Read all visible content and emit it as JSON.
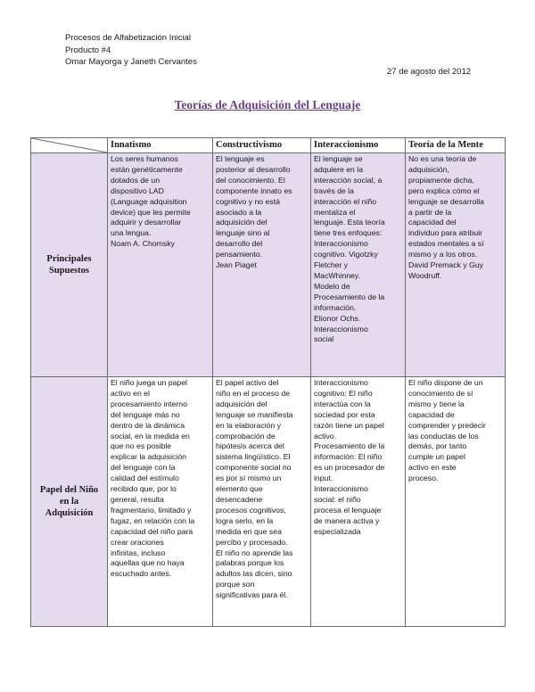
{
  "header": {
    "course": "Procesos de Alfabetización Inicial",
    "product": "Producto #4",
    "authors": "Omar Mayorga y Janeth Cervantes",
    "date": "27 de agosto del 2012"
  },
  "title": "Teorías de Adquisición del Lenguaje",
  "table": {
    "columns": [
      "Innatismo",
      "Constructivismo",
      "Interaccionismo",
      "Teoría de la Mente"
    ],
    "rows": [
      {
        "label": [
          "Principales",
          "Supuestos"
        ],
        "cells": [
          [
            "Los seres humanos",
            "están genéticamente",
            "dotados de un",
            "dispositivo  LAD",
            "(Language adquisition",
            "device) que les permite",
            "adquirir y desarrollar",
            "una lengua.",
            "Noam A. Chomsky"
          ],
          [
            "El lenguaje es",
            "posterior al desarrollo",
            "del conocimiento. El",
            "componente innato es",
            "cognitivo y no está",
            "asociado a la",
            "adquisición del",
            "lenguaje sino al",
            "desarrollo del",
            "pensamiento.",
            "Jean Piaget"
          ],
          [
            "El lenguaje se",
            "adquiere en la",
            "interacción social, a",
            "través de la",
            "interacción el niño",
            "mentaliza el",
            "lenguaje.  Esta teoría",
            "tiene tres enfoques:",
            "Interaccionismo",
            "cognitivo. Vigotzky",
            "Fletcher y",
            "MacWhinney.",
            "Modelo de",
            "Procesamiento de la",
            "información.",
            "Elionor Ochs.",
            "Interaccionismo",
            "social"
          ],
          [
            "No es una teoría de",
            "adquisición,",
            "propiamente dicha,",
            "pero explica cómo el",
            "lenguaje se desarrolla",
            "a partir de la",
            "capacidad del",
            "individuo para atribuir",
            "estados mentales a sí",
            "mismo y a los otros.",
            "David Premack y Guy",
            "Woodruff."
          ]
        ]
      },
      {
        "label": [
          "Papel del Niño",
          "en la",
          "Adquisición"
        ],
        "cells": [
          [
            "El niño juega un papel",
            "activo en el",
            "procesamiento interno",
            "del lenguaje más no",
            "dentro de la dinámica",
            "social, en la medida en",
            "que no es posible",
            "explicar la adquisición",
            "del lenguaje con la",
            "calidad del estímulo",
            "recibido que, por lo",
            "general, resulta",
            "fragmentario, limitado y",
            "fugaz, en relación con la",
            "capacidad del niño para",
            "crear oraciones",
            "infinitas, incluso",
            "aquellas que no haya",
            "escuchado antes."
          ],
          [
            "El papel activo del",
            "niño en el proceso de",
            "adquisición del",
            "lenguaje se manifiesta",
            "en la elaboración y",
            "comprobación de",
            "hipótesis acerca del",
            "sistema lingüístico. El",
            "componente social no",
            "es por sí mismo un",
            "elemento que",
            "desencadene",
            "procesos cognitivos,",
            "logra serlo, en la",
            "medida en que sea",
            "percibo y procesado.",
            "El niño no aprende las",
            "palabras porque los",
            "adultos las dicen, sino",
            "porque son",
            "significativas para él."
          ],
          [
            "Interaccionismo",
            "cognitivo: El niño",
            "interactúa con la",
            "sociedad por esta",
            "razón tiene un papel",
            "activo.",
            "Procesamiento de la",
            "información: El niño",
            "es un procesador de",
            "input.",
            "Interaccionismo",
            "social: el niño",
            "procesa el lenguaje",
            "de manera activa y",
            "especializada"
          ],
          [
            "El niño dispone de un",
            "conocimiento de sí",
            "mismo y tiene la",
            "capacidad de",
            "comprender y predecir",
            "las conductas de los",
            "demás, por tanto",
            "cumple un papel",
            "activo en este",
            "proceso."
          ]
        ]
      }
    ]
  }
}
